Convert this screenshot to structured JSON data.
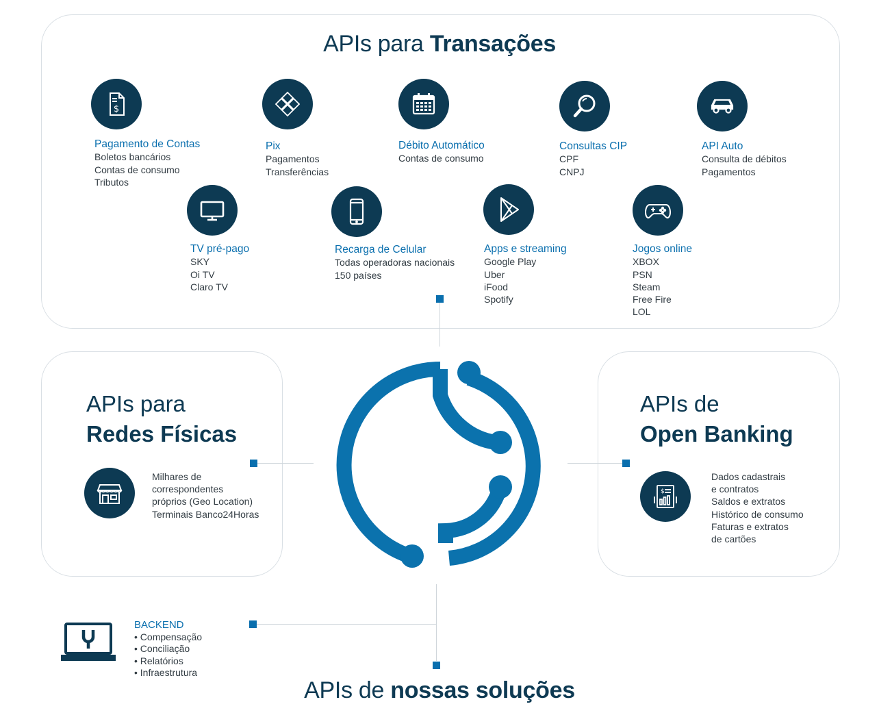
{
  "top_panel": {
    "title_regular": "APIs para ",
    "title_bold": "Transações",
    "items": [
      {
        "title": "Pagamento de Contas",
        "lines": [
          "Boletos bancários",
          "Contas de consumo",
          "Tributos"
        ],
        "icon": "bill-icon"
      },
      {
        "title": "Pix",
        "lines": [
          "Pagamentos",
          "Transferências"
        ],
        "icon": "pix-icon"
      },
      {
        "title": "Débito Automático",
        "lines": [
          "Contas de consumo"
        ],
        "icon": "calendar-icon"
      },
      {
        "title": "Consultas CIP",
        "lines": [
          "CPF",
          "CNPJ"
        ],
        "icon": "magnifier-icon"
      },
      {
        "title": "API Auto",
        "lines": [
          "Consulta de débitos",
          "Pagamentos"
        ],
        "icon": "car-icon"
      },
      {
        "title": "TV pré-pago",
        "lines": [
          "SKY",
          "Oi TV",
          "Claro TV"
        ],
        "icon": "tv-icon"
      },
      {
        "title": "Recarga de Celular",
        "lines": [
          "Todas operadoras nacionais",
          "150 países"
        ],
        "icon": "smartphone-icon"
      },
      {
        "title": "Apps e streaming",
        "lines": [
          "Google Play",
          "Uber",
          "iFood",
          "Spotify"
        ],
        "icon": "play-store-icon"
      },
      {
        "title": "Jogos online",
        "lines": [
          "XBOX",
          "PSN",
          "Steam",
          "Free Fire",
          "LOL"
        ],
        "icon": "gamepad-icon"
      }
    ]
  },
  "left_panel": {
    "title_line1": "APIs para",
    "title_line2": "Redes Físicas",
    "lines": [
      "Milhares de",
      "correspondentes",
      "próprios (Geo Location)",
      "Terminais Banco24Horas"
    ],
    "icon": "storefront-icon"
  },
  "right_panel": {
    "title_line1": "APIs de",
    "title_line2": "Open Banking",
    "lines": [
      "Dados cadastrais",
      "e contratos",
      "Saldos e extratos",
      "Histórico de consumo",
      "Faturas e extratos",
      "de cartões"
    ],
    "icon": "statement-icon"
  },
  "backend": {
    "title": "BACKEND",
    "lines": [
      "• Compensação",
      "• Conciliação",
      "• Relatórios",
      "• Infraestrutura"
    ],
    "icon": "laptop-wrench-icon"
  },
  "bottom_title_regular": "APIs de ",
  "bottom_title_bold": "nossas soluções",
  "colors": {
    "navy": "#0d3a53",
    "accent_blue": "#0a6fae",
    "logo_blue": "#0b72ad",
    "border": "#d9dfe4"
  }
}
